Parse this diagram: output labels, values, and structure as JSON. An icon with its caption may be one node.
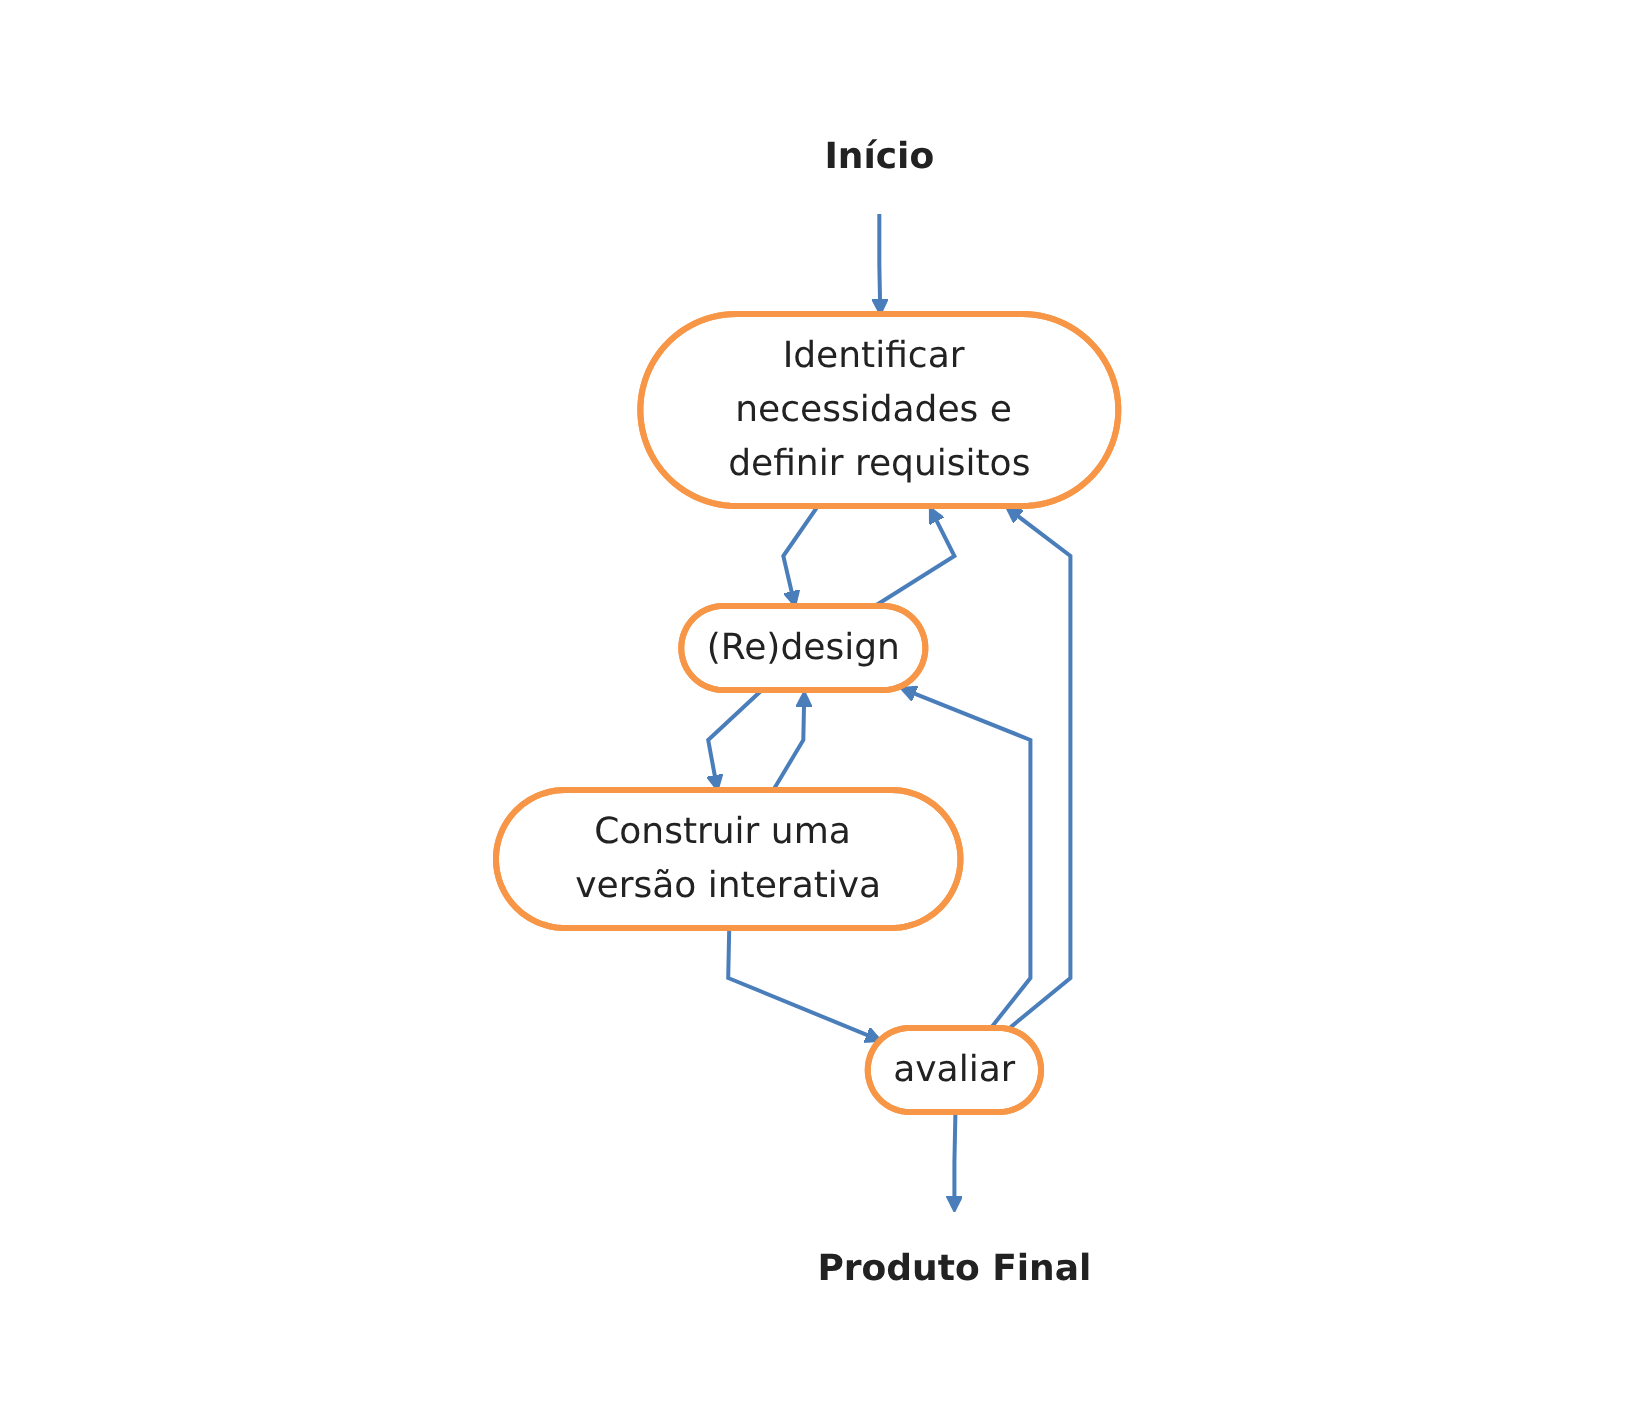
{
  "diagram": {
    "nodes": [
      {
        "text": [
          "Início"
        ]
      },
      {
        "text": [
          "Identificar necessidades e definir requisitos"
        ]
      },
      {
        "text": [
          "avaliar"
        ]
      },
      {
        "text": [
          "(Re)design"
        ]
      },
      {
        "text": [
          "Construir uma versão interativa"
        ]
      },
      {
        "text": [
          "Produto Final"
        ]
      }
    ],
    "edges": [
      {
        "from": 0,
        "to": 1,
        "arrow": "to"
      },
      {
        "from": 1,
        "to": 3,
        "arrow": "to"
      },
      {
        "from": 3,
        "to": 1,
        "arrow": "to"
      },
      {
        "from": 2,
        "to": 1,
        "arrow": "to"
      },
      {
        "from": 2,
        "to": 3,
        "arrow": "to"
      },
      {
        "from": 3,
        "to": 4,
        "arrow": "to"
      },
      {
        "from": 4,
        "to": 3,
        "arrow": "to"
      },
      {
        "from": 4,
        "to": 2,
        "arrow": "to"
      },
      {
        "from": 2,
        "to": 5,
        "arrow": "to"
      }
    ]
  }
}
